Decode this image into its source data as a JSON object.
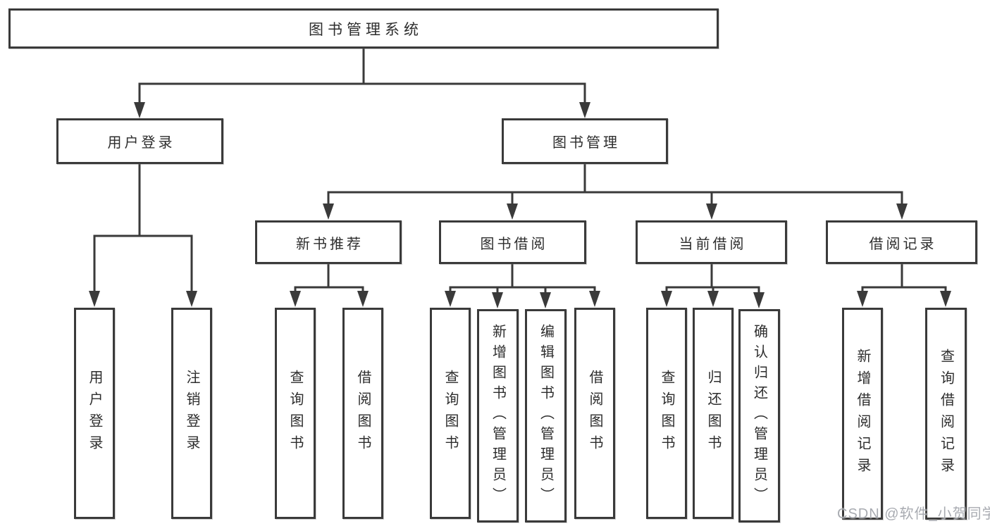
{
  "tree": {
    "root": {
      "label": "图书管理系统"
    },
    "user_login": {
      "label": "用户登录",
      "children": [
        {
          "label": "用户登录"
        },
        {
          "label": "注销登录"
        }
      ]
    },
    "book_management": {
      "label": "图书管理",
      "sections": {
        "new_book": {
          "label": "新书推荐",
          "children": [
            {
              "label": "查询图书"
            },
            {
              "label": "借阅图书"
            }
          ]
        },
        "borrowing": {
          "label": "图书借阅",
          "children": [
            {
              "label": "查询图书"
            },
            {
              "label": "新增图书（管理员）"
            },
            {
              "label": "编辑图书（管理员）"
            },
            {
              "label": "借阅图书"
            }
          ]
        },
        "current": {
          "label": "当前借阅",
          "children": [
            {
              "label": "查询图书"
            },
            {
              "label": "归还图书"
            },
            {
              "label": "确认归还（管理员）"
            }
          ]
        },
        "records": {
          "label": "借阅记录",
          "children": [
            {
              "label": "新增借阅记录"
            },
            {
              "label": "查询借阅记录"
            }
          ]
        }
      }
    }
  },
  "watermark": {
    "text": "CSDN @软件_小贺同学"
  },
  "colors": {
    "line": "#3a3a3a",
    "text": "#2d2d2d",
    "watermark": "#9ea2a8"
  }
}
